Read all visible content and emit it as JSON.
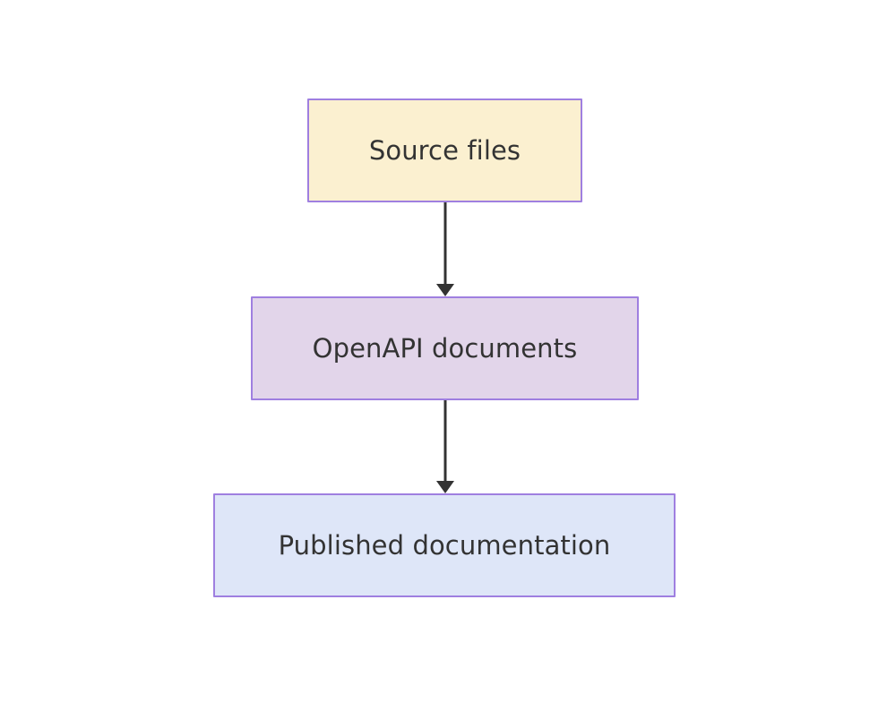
{
  "diagram": {
    "type": "flowchart",
    "direction": "top-to-bottom",
    "background_color": "#ffffff",
    "nodes": [
      {
        "id": "source-files",
        "label": "Source files",
        "fill_color": "#fbf0d0",
        "border_color": "#9f7fe0",
        "text_color": "#333333"
      },
      {
        "id": "openapi-documents",
        "label": "OpenAPI documents",
        "fill_color": "#e2d5ea",
        "border_color": "#9f7fe0",
        "text_color": "#333333"
      },
      {
        "id": "published-documentation",
        "label": "Published documentation",
        "fill_color": "#dee6f8",
        "border_color": "#9f7fe0",
        "text_color": "#333333"
      }
    ],
    "edges": [
      {
        "id": "edge-source-to-openapi",
        "from": "source-files",
        "to": "openapi-documents",
        "label": "",
        "color": "#333333",
        "arrowhead": "triangle"
      },
      {
        "id": "edge-openapi-to-published",
        "from": "openapi-documents",
        "to": "published-documentation",
        "label": "",
        "color": "#333333",
        "arrowhead": "triangle"
      }
    ]
  }
}
